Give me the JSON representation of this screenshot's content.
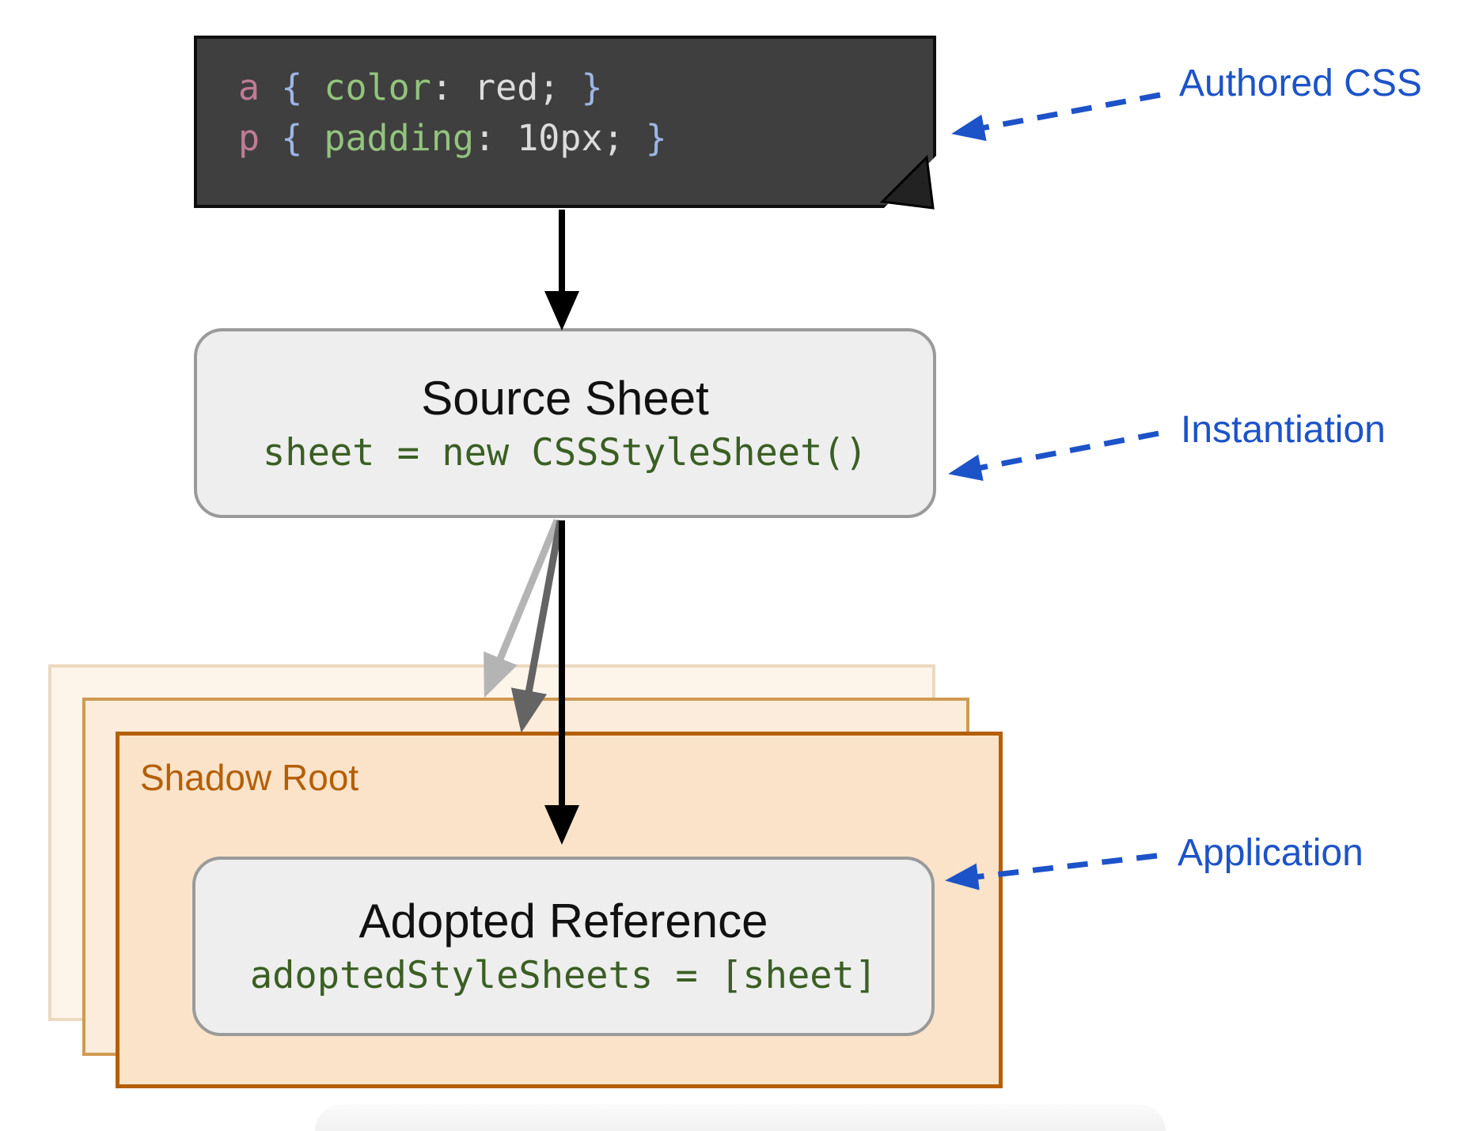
{
  "authored_css": {
    "lines": [
      {
        "selector": "a",
        "brace_open": "{",
        "property": "color",
        "colon": ":",
        "value": "red;",
        "brace_close": "}"
      },
      {
        "selector": "p",
        "brace_open": "{",
        "property": "padding",
        "colon": ":",
        "value": "10px;",
        "brace_close": "}"
      }
    ]
  },
  "source_sheet": {
    "title": "Source Sheet",
    "code": "sheet = new CSSStyleSheet()"
  },
  "shadow_root": {
    "label": "Shadow Root"
  },
  "adopted_reference": {
    "title": "Adopted Reference",
    "code": "adoptedStyleSheets = [sheet]"
  },
  "annotations": {
    "authored": "Authored CSS",
    "instantiation": "Instantiation",
    "application": "Application"
  },
  "colors": {
    "annotation_blue": "#1d53c8",
    "shadow_root_orange": "#b45f06",
    "shadow_root_fill": "#fae3c9",
    "code_green_dark": "#3a5f23",
    "selector_pink": "#c07b96",
    "brace_blue": "#9db5e4",
    "property_green": "#93c47d",
    "value_gray": "#dcdcdc",
    "dark_note_bg": "#3f3f3f",
    "sheet_fill": "#eeeeee",
    "sheet_border": "#9a9a9a",
    "arrow_light_gray": "#b4b4b4",
    "arrow_dark_gray": "#646464"
  }
}
